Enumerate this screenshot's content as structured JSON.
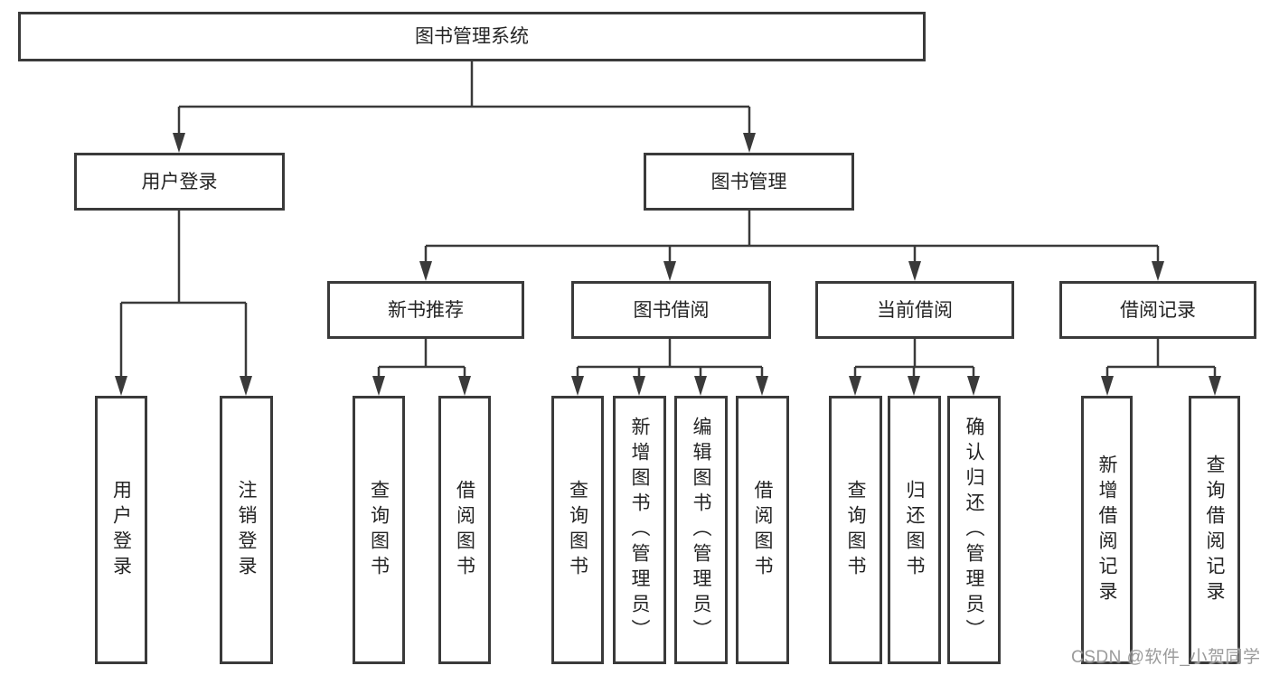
{
  "tree": {
    "root": {
      "label": "图书管理系统"
    },
    "branches": [
      {
        "label": "用户登录",
        "children": [
          {
            "label": "用户登录"
          },
          {
            "label": "注销登录"
          }
        ]
      },
      {
        "label": "图书管理",
        "sections": [
          {
            "label": "新书推荐",
            "children": [
              {
                "label": "查询图书"
              },
              {
                "label": "借阅图书"
              }
            ]
          },
          {
            "label": "图书借阅",
            "children": [
              {
                "label": "查询图书"
              },
              {
                "label": "新增图书（管理员）"
              },
              {
                "label": "编辑图书（管理员）"
              },
              {
                "label": "借阅图书"
              }
            ]
          },
          {
            "label": "当前借阅",
            "children": [
              {
                "label": "查询图书"
              },
              {
                "label": "归还图书"
              },
              {
                "label": "确认归还（管理员）"
              }
            ]
          },
          {
            "label": "借阅记录",
            "children": [
              {
                "label": "新增借阅记录"
              },
              {
                "label": "查询借阅记录"
              }
            ]
          }
        ]
      }
    ]
  },
  "watermark": {
    "text": "CSDN @软件_小贺同学"
  },
  "colors": {
    "line": "#3a3a3a",
    "text": "#242424",
    "watermark": "#9b9b9b",
    "background": "#ffffff"
  }
}
